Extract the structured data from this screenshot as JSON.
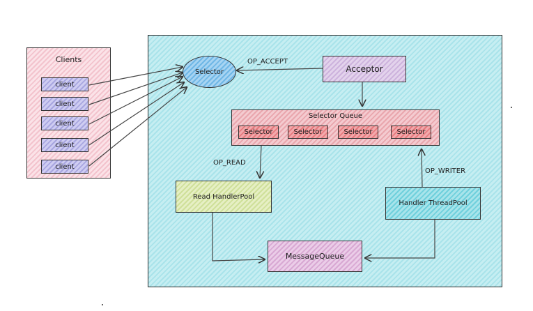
{
  "clients": {
    "title": "Clients",
    "items": [
      "client",
      "client",
      "client",
      "client",
      "client"
    ]
  },
  "server": {
    "selector": "Selector",
    "acceptor": "Acceptor",
    "selector_queue": {
      "title": "Selector Queue",
      "items": [
        "Selector",
        "Selector",
        "Selector",
        "Selector"
      ]
    },
    "read_pool": "Read HandlerPool",
    "handler_pool": "Handler ThreadPool",
    "message_queue": "MessageQueue"
  },
  "edges": {
    "op_accept": "OP_ACCEPT",
    "op_read": "OP_READ",
    "op_writer": "OP_WRITER"
  }
}
